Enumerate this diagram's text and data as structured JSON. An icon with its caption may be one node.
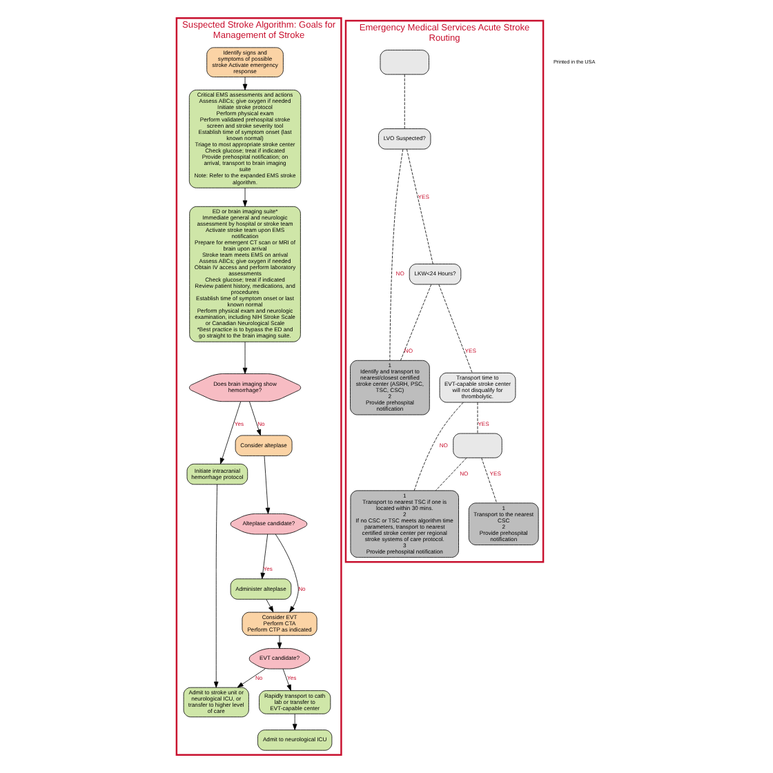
{
  "diagram": {
    "nodes": [
      {
        "text": [
          "Suspected Stroke Algorithm: Goals for Management of Stroke"
        ]
      },
      {
        "text": [
          "Identify signs and symptoms of possible stroke Activate emergency response"
        ],
        "in": 0
      },
      {
        "text": [
          "Critical EMS assessments and actions",
          "Assess ABCs; give oxygen if needed",
          "Initiate stroke protocol",
          "Perform physical exam",
          "Perform validated prehospital stroke screen and stroke severity tool",
          "Establish time of symptom onset (last known normal)",
          "Triage to most appropriate stroke center",
          "Check glucose; treat if indicated",
          "Provide prehospital notification; on arrival, transport to brain imaging suite",
          "Note: Refer to the expanded EMS stroke algorithm."
        ],
        "in": 0
      },
      {
        "text": [
          "ED or brain imaging suite*",
          "Immediate general and neurologic assessment by hospital or stroke team",
          "Activate stroke team upon EMS notification",
          "Prepare for emergent CT scan or MRI of brain upon arrival",
          "Stroke team meets EMS on arrival",
          "Assess ABCs; give oxygen if needed",
          "Obtain IV access and perform laboratory assessments",
          "Check glucose; treat if indicated",
          "Review patient history, medications, and procedures",
          "Establish time of symptom onset or last known normal",
          "Perform physical exam and neurologic examination, including NIH Stroke Scale or Canadian Neurological Scale",
          "*Best practice is to bypass the ED and go straight to the brain imaging suite."
        ],
        "in": 0
      },
      {
        "text": [
          "Does brain imaging show hemorrhage?"
        ],
        "in": 0
      },
      {
        "text": [
          "Initiate intracranial hemorrhage protocol"
        ],
        "in": 0
      },
      {
        "text": [
          "Consider alteplase"
        ],
        "in": 0
      },
      {
        "text": [
          "Alteplase candidate?"
        ],
        "in": 0
      },
      {
        "text": [
          "Administer alteplase"
        ],
        "in": 0
      },
      {
        "text": [
          "Consider EVT",
          "Perform CTA",
          "Perform CTP as indicated"
        ],
        "in": 0
      },
      {
        "text": [
          "EVT candidate?"
        ],
        "in": 0
      },
      {
        "text": [
          "Admit to stroke unit or neurological ICU, or transfer to higher level of care"
        ],
        "in": 0
      },
      {
        "text": [
          "Rapidly transport to cath lab or transfer to EVT-capable center"
        ],
        "in": 0
      },
      {
        "text": [
          "Admit to neurological ICU"
        ],
        "in": 0
      },
      {
        "text": [
          "Emergency Medical Services Acute Stroke Routing"
        ]
      },
      {
        "text": [],
        "shape": "box",
        "in": 14
      },
      {
        "text": [
          "LVO Suspected?"
        ],
        "in": 14
      },
      {
        "text": [
          "1",
          "Identify and transport to nearest/closest certified stroke center (ASRH, PSC, TSC, CSC)",
          "2",
          "Provide prehospital notification"
        ],
        "in": 14
      },
      {
        "text": [
          "LKW<24 Hours?"
        ],
        "in": 14
      },
      {
        "text": [
          "1",
          "Transport to nearest TSC if one is located within 30 mins.",
          "2",
          "If no CSC or TSC meets algorithm time parameters, transport to nearest certified stroke center per regional stroke systems of care protocol.",
          "3",
          "Provide prehospital notification"
        ],
        "in": 14
      },
      {
        "text": [
          "Transport time to EVT-capable stroke center will not disqualify for thrombolytic."
        ],
        "in": 14
      },
      {
        "text": [],
        "shape": "box",
        "in": 14
      },
      {
        "text": [
          "1",
          "Transport to the nearest CSC",
          "2",
          "Provide prehospital notification"
        ],
        "in": 14
      }
    ],
    "edges": [
      {
        "from": 1,
        "to": 2,
        "arrow": "to"
      },
      {
        "from": 2,
        "to": 3,
        "arrow": "to"
      },
      {
        "from": 3,
        "to": 4,
        "arrow": "to"
      },
      {
        "from": 4,
        "to": 5,
        "arrow": "to",
        "label": "Yes"
      },
      {
        "from": 4,
        "to": 6,
        "arrow": "to",
        "label": "No"
      },
      {
        "from": 6,
        "to": 7,
        "arrow": "to"
      },
      {
        "from": 7,
        "to": 8,
        "arrow": "to",
        "label": "Yes"
      },
      {
        "from": 7,
        "to": 9,
        "arrow": "to",
        "label": "No"
      },
      {
        "from": 8,
        "to": 9,
        "arrow": "to"
      },
      {
        "from": 9,
        "to": 10,
        "arrow": "to"
      },
      {
        "from": 10,
        "to": 12,
        "arrow": "to",
        "label": "Yes"
      },
      {
        "from": 10,
        "to": 11,
        "arrow": "to",
        "label": "No"
      },
      {
        "from": 5,
        "to": 11,
        "arrow": "to"
      },
      {
        "from": 12,
        "to": 13,
        "arrow": "to"
      },
      {
        "from": 15,
        "to": 16,
        "arrow": "none",
        "style": "dashed"
      },
      {
        "from": 16,
        "to": 17,
        "arrow": "none",
        "style": "dashed",
        "label": "NO"
      },
      {
        "from": 16,
        "to": 18,
        "arrow": "none",
        "style": "dashed",
        "label": "YES"
      },
      {
        "from": 18,
        "to": 17,
        "arrow": "none",
        "style": "dashed",
        "label": "NO"
      },
      {
        "from": 18,
        "to": 20,
        "arrow": "none",
        "style": "dashed",
        "label": "YES"
      },
      {
        "from": 20,
        "to": 19,
        "arrow": "none",
        "style": "dashed",
        "label": "NO"
      },
      {
        "from": 20,
        "to": 21,
        "arrow": "none",
        "style": "dashed",
        "label": "YES"
      },
      {
        "from": 21,
        "to": 19,
        "arrow": "none",
        "style": "dashed",
        "label": "NO"
      },
      {
        "from": 21,
        "to": 22,
        "arrow": "none",
        "style": "dashed",
        "label": "YES"
      }
    ],
    "labels": [
      "Printed in the USA"
    ]
  }
}
